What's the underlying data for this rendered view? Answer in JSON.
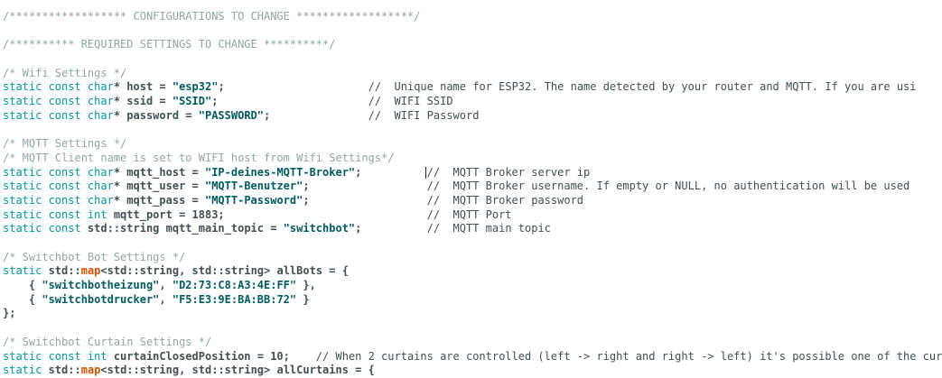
{
  "colors": {
    "background": "#ffffff",
    "keyword": "#00979C",
    "string": "#005C5F",
    "function": "#D35400",
    "code": "#434F54",
    "comment_block": "#95A5A6",
    "comment_line": "#434F54",
    "caret": "#222222"
  },
  "editor": {
    "language": "cpp",
    "cursor": {
      "line": 11,
      "col": 65
    },
    "lines": [
      [
        {
          "t": "/****************** CONFIGURATIONS TO CHANGE ******************/",
          "c": "c1"
        }
      ],
      [],
      [
        {
          "t": "/********** REQUIRED SETTINGS TO CHANGE **********/",
          "c": "c1"
        }
      ],
      [],
      [
        {
          "t": "/* Wifi Settings */",
          "c": "c1"
        }
      ],
      [
        {
          "t": "static const char",
          "c": "k"
        },
        {
          "t": "* host = ",
          "c": "t"
        },
        {
          "t": "\"esp32\"",
          "c": "s"
        },
        {
          "t": ";",
          "c": "t"
        },
        {
          "t": "                      ",
          "c": "w"
        },
        {
          "t": "//  Unique name for ESP32. The name detected by your router and MQTT. If you are usi",
          "c": "c2"
        }
      ],
      [
        {
          "t": "static const char",
          "c": "k"
        },
        {
          "t": "* ssid = ",
          "c": "t"
        },
        {
          "t": "\"SSID\"",
          "c": "s"
        },
        {
          "t": ";",
          "c": "t"
        },
        {
          "t": "                       ",
          "c": "w"
        },
        {
          "t": "//  WIFI SSID",
          "c": "c2"
        }
      ],
      [
        {
          "t": "static const char",
          "c": "k"
        },
        {
          "t": "* password = ",
          "c": "t"
        },
        {
          "t": "\"PASSWORD\"",
          "c": "s"
        },
        {
          "t": ";",
          "c": "t"
        },
        {
          "t": "               ",
          "c": "w"
        },
        {
          "t": "//  WIFI Password",
          "c": "c2"
        }
      ],
      [],
      [
        {
          "t": "/* MQTT Settings */",
          "c": "c1"
        }
      ],
      [
        {
          "t": "/* MQTT Client name is set to WIFI host from Wifi Settings*/",
          "c": "c1"
        }
      ],
      [
        {
          "t": "static const char",
          "c": "k"
        },
        {
          "t": "* mqtt_host = ",
          "c": "t"
        },
        {
          "t": "\"IP-deines-MQTT-Broker\"",
          "c": "s"
        },
        {
          "t": ";",
          "c": "t"
        },
        {
          "t": "          ",
          "c": "w"
        },
        {
          "t": "//  MQTT Broker server ip",
          "c": "c2"
        }
      ],
      [
        {
          "t": "static const char",
          "c": "k"
        },
        {
          "t": "* mqtt_user = ",
          "c": "t"
        },
        {
          "t": "\"MQTT-Benutzer\"",
          "c": "s"
        },
        {
          "t": ";",
          "c": "t"
        },
        {
          "t": "                  ",
          "c": "w"
        },
        {
          "t": "//  MQTT Broker username. If empty or NULL, no authentication will be used",
          "c": "c2"
        }
      ],
      [
        {
          "t": "static const char",
          "c": "k"
        },
        {
          "t": "* mqtt_pass = ",
          "c": "t"
        },
        {
          "t": "\"MQTT-Password\"",
          "c": "s"
        },
        {
          "t": ";",
          "c": "t"
        },
        {
          "t": "                  ",
          "c": "w"
        },
        {
          "t": "//  MQTT Broker password",
          "c": "c2"
        }
      ],
      [
        {
          "t": "static const int",
          "c": "k"
        },
        {
          "t": " mqtt_port = 1883;",
          "c": "t"
        },
        {
          "t": "                               ",
          "c": "w"
        },
        {
          "t": "//  MQTT Port",
          "c": "c2"
        }
      ],
      [
        {
          "t": "static const",
          "c": "k"
        },
        {
          "t": " std::string mqtt_main_topic = ",
          "c": "t"
        },
        {
          "t": "\"switchbot\"",
          "c": "s"
        },
        {
          "t": ";",
          "c": "t"
        },
        {
          "t": "          ",
          "c": "w"
        },
        {
          "t": "//  MQTT main topic",
          "c": "c2"
        }
      ],
      [],
      [
        {
          "t": "/* Switchbot Bot Settings */",
          "c": "c1"
        }
      ],
      [
        {
          "t": "static",
          "c": "k"
        },
        {
          "t": " std::",
          "c": "t"
        },
        {
          "t": "map",
          "c": "f"
        },
        {
          "t": "<std::string, std::string> allBots = {",
          "c": "t"
        }
      ],
      [
        {
          "t": "    { ",
          "c": "t"
        },
        {
          "t": "\"switchbotheizung\"",
          "c": "s"
        },
        {
          "t": ", ",
          "c": "t"
        },
        {
          "t": "\"D2:73:C8:A3:4E:FF\"",
          "c": "s"
        },
        {
          "t": " },",
          "c": "t"
        }
      ],
      [
        {
          "t": "    { ",
          "c": "t"
        },
        {
          "t": "\"switchbotdrucker\"",
          "c": "s"
        },
        {
          "t": ", ",
          "c": "t"
        },
        {
          "t": "\"F5:E3:9E:BA:BB:72\"",
          "c": "s"
        },
        {
          "t": " }",
          "c": "t"
        }
      ],
      [
        {
          "t": "};",
          "c": "t"
        }
      ],
      [],
      [
        {
          "t": "/* Switchbot Curtain Settings */",
          "c": "c1"
        }
      ],
      [
        {
          "t": "static const int",
          "c": "k"
        },
        {
          "t": " curtainClosedPosition = 10;",
          "c": "t"
        },
        {
          "t": "    ",
          "c": "w"
        },
        {
          "t": "// When 2 curtains are controlled (left -> right and right -> left) it's possible one of the cur",
          "c": "c2"
        }
      ],
      [
        {
          "t": "static",
          "c": "k"
        },
        {
          "t": " std::",
          "c": "t"
        },
        {
          "t": "map",
          "c": "f"
        },
        {
          "t": "<std::string, std::string> allCurtains = {",
          "c": "t"
        }
      ]
    ]
  }
}
